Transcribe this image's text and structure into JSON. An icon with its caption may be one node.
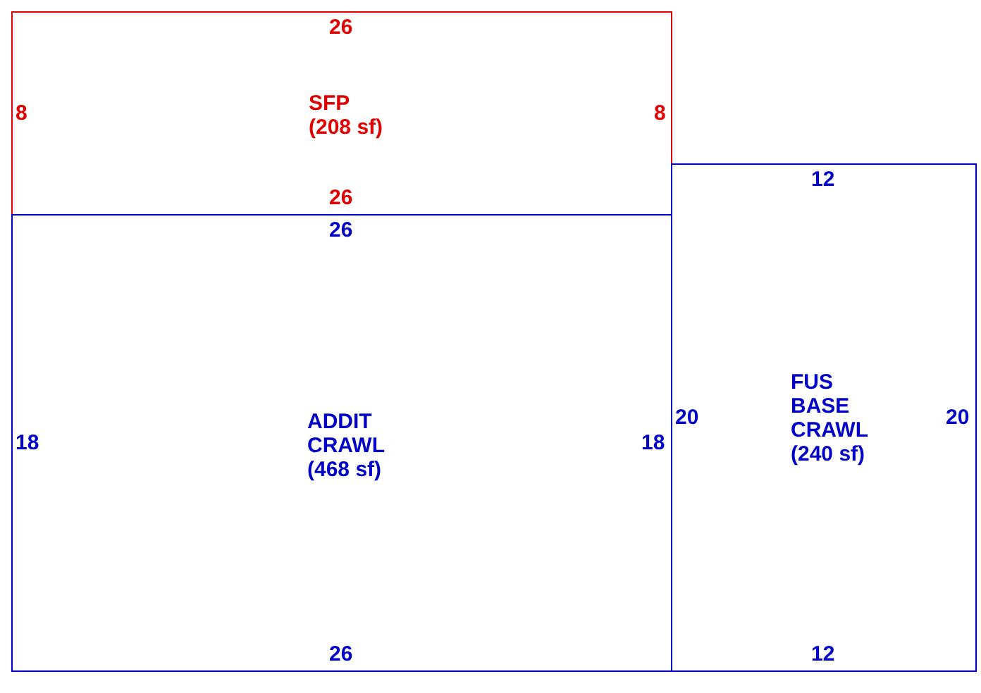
{
  "diagram": {
    "nodes": [
      {
        "text": [
          "26",
          "8",
          "SFP (208 sf)",
          "8",
          "26"
        ]
      },
      {
        "text": [
          "26",
          "18",
          "ADDIT CRAWL (468 sf)",
          "18",
          "26"
        ]
      },
      {
        "text": [
          "12",
          "20",
          "FUS BASE CRAWL (240 sf)",
          "20",
          "12"
        ]
      }
    ]
  }
}
